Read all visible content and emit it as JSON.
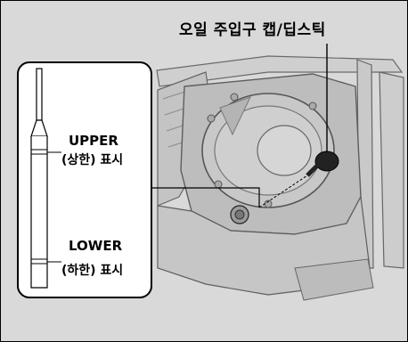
{
  "callouts": {
    "oil_cap": "오일 주입구 캡/딥스틱",
    "upper": "UPPER",
    "upper_kr": "(상한) 표시",
    "lower": "LOWER",
    "lower_kr": "(하한) 표시"
  }
}
